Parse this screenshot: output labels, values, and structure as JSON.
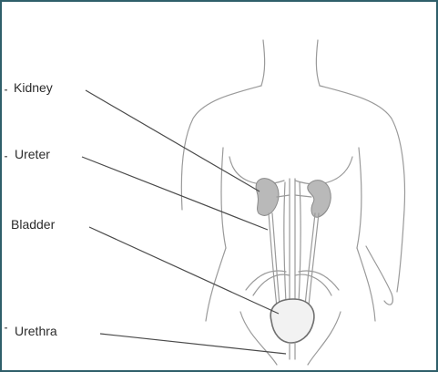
{
  "diagram": {
    "labels": {
      "kidney": "Kidney",
      "ureter": "Ureter",
      "bladder": "Bladder",
      "urethra": "Urethra"
    },
    "colors": {
      "kidney_fill": "#b9b9b9",
      "bladder_fill": "#f2f2f2",
      "body_outline": "#9a9a9a",
      "leader_line": "#4a4a4a",
      "frame_border": "#2f5f6a"
    }
  }
}
